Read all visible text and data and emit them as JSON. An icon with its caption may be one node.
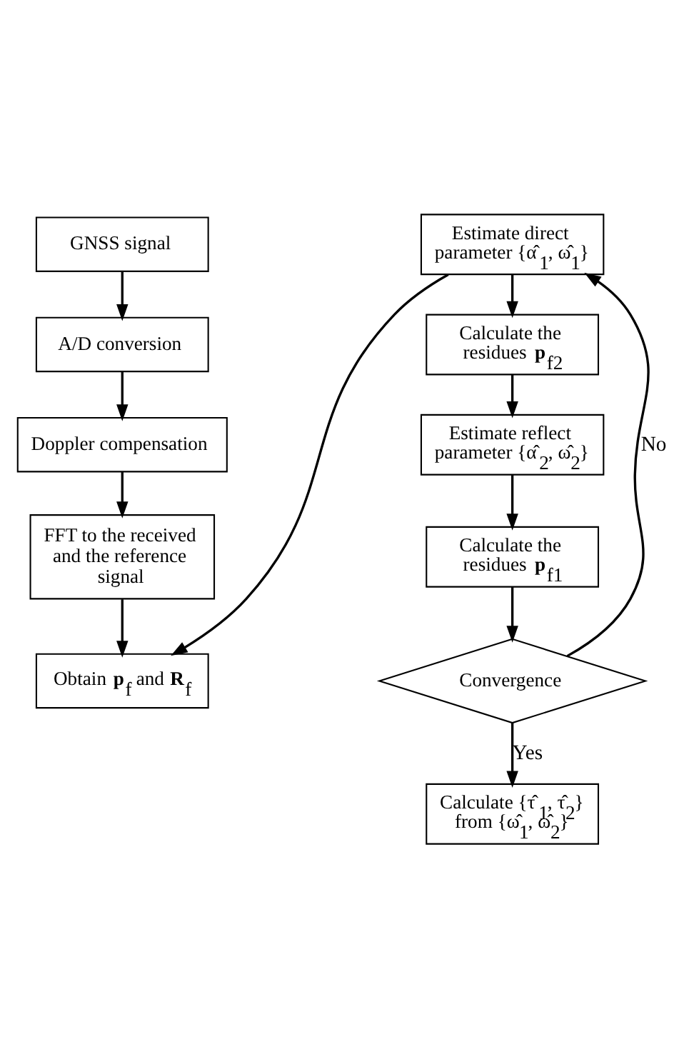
{
  "diagram": {
    "nodes": [
      {
        "text": [
          "GNSS signal"
        ]
      },
      {
        "text": [
          "A/D conversion"
        ]
      },
      {
        "text": [
          "Doppler compensation"
        ]
      },
      {
        "text": [
          "FFT to the received and the reference signal"
        ]
      },
      {
        "text": [
          "Obtain **p**$_{f}$ and **R**$_{f}$"
        ]
      },
      {
        "text": [
          "Estimate direct parameter {α̂$_{1}$, ω̂$_{1}$}"
        ]
      },
      {
        "text": [
          "Calculate the residues **p**$_{f2}$"
        ]
      },
      {
        "text": [
          "Estimate reflect parameter {α̂$_{2}$, ω̂$_{2}$}"
        ]
      },
      {
        "text": [
          "Calculate the residues **p**$_{f1}$"
        ]
      },
      {
        "text": [
          "Convergence"
        ]
      },
      {
        "text": [
          "Calculate {τ̂$_{1}$, τ̂$_{2}$} from {ω̂$_{1}$, ω̂$_{2}$}"
        ]
      }
    ],
    "edges": [
      {
        "from": 0,
        "to": 1,
        "arrow": "to"
      },
      {
        "from": 1,
        "to": 2,
        "arrow": "to"
      },
      {
        "from": 2,
        "to": 3,
        "arrow": "to"
      },
      {
        "from": 3,
        "to": 4,
        "arrow": "to"
      },
      {
        "from": 5,
        "to": 4,
        "arrow": "to"
      },
      {
        "from": 5,
        "to": 6,
        "arrow": "to"
      },
      {
        "from": 6,
        "to": 7,
        "arrow": "to"
      },
      {
        "from": 7,
        "to": 8,
        "arrow": "to"
      },
      {
        "from": 8,
        "to": 9,
        "arrow": "to"
      },
      {
        "from": 9,
        "to": 10,
        "label": "Yes",
        "arrow": "to"
      },
      {
        "from": 9,
        "to": 5,
        "label": "No",
        "arrow": "to"
      }
    ]
  }
}
